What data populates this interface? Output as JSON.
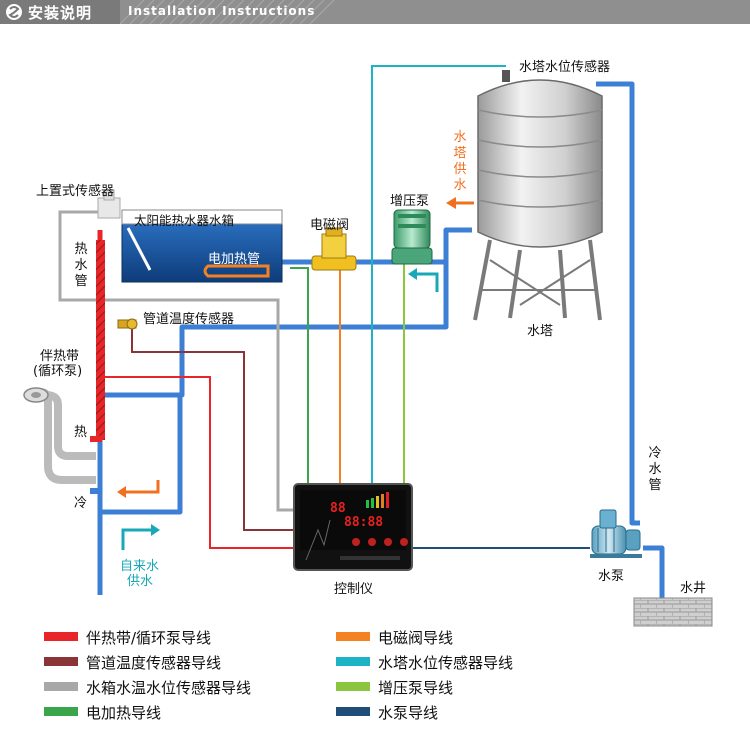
{
  "header": {
    "title": "安装说明",
    "subtitle": "Installation Instructions"
  },
  "labels": {
    "tower_level_sensor": "水塔水位传感器",
    "tower_supply": "水塔供水",
    "top_sensor": "上置式传感器",
    "tank": "太阳能热水器水箱",
    "heater": "电加热管",
    "solenoid": "电磁阀",
    "booster": "增压泵",
    "hot_pipe": "热水管",
    "pipe_temp_sensor": "管道温度传感器",
    "tower": "水塔",
    "heat_band_line1": "伴热带",
    "heat_band_line2": "(循环泵)",
    "hot": "热",
    "cold": "冷",
    "cold_pipe": "冷水管",
    "tap_water_line1": "自来水",
    "tap_water_line2": "供水",
    "controller": "控制仪",
    "water_pump": "水泵",
    "well": "水井"
  },
  "legend": [
    {
      "label": "伴热带/循环泵导线",
      "color": "#e8262a"
    },
    {
      "label": "电磁阀导线",
      "color": "#f58220"
    },
    {
      "label": "管道温度传感器导线",
      "color": "#8b3438"
    },
    {
      "label": "水塔水位传感器导线",
      "color": "#1eb3c4"
    },
    {
      "label": "水箱水温水位传感器导线",
      "color": "#a8a8a8"
    },
    {
      "label": "增压泵导线",
      "color": "#8cc63f"
    },
    {
      "label": "电加热导线",
      "color": "#3aa54a"
    },
    {
      "label": "水泵导线",
      "color": "#1f4e79"
    }
  ],
  "colors": {
    "pipe_blue": "#3e7fd6",
    "header_bg": "#9c9c9c",
    "arrow_orange": "#f07020",
    "arrow_teal": "#18a8b8"
  }
}
